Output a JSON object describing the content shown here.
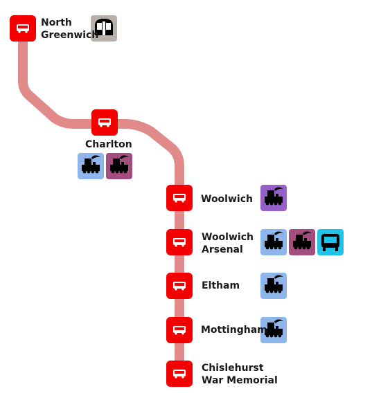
{
  "route": {
    "line_color": "#e08a8a",
    "stop_color": "#f40000",
    "stop_icon": "bus-icon",
    "stops": [
      {
        "name": "North Greenwich",
        "label": "North\nGreenwich",
        "interchanges": [
          {
            "icon": "underground-train-icon",
            "color": "#b7b0ab"
          }
        ]
      },
      {
        "name": "Charlton",
        "label": "Charlton",
        "interchanges": [
          {
            "icon": "steam-train-icon",
            "color": "#8fb6ea"
          },
          {
            "icon": "steam-train-icon",
            "color": "#a44e7f"
          }
        ]
      },
      {
        "name": "Woolwich",
        "label": "Woolwich",
        "interchanges": [
          {
            "icon": "steam-train-icon",
            "color": "#9561c9"
          }
        ]
      },
      {
        "name": "Woolwich Arsenal",
        "label": "Woolwich\nArsenal",
        "interchanges": [
          {
            "icon": "steam-train-icon",
            "color": "#8fb6ea"
          },
          {
            "icon": "steam-train-icon",
            "color": "#a44e7f"
          },
          {
            "icon": "light-rail-icon",
            "color": "#1fc2e8"
          }
        ]
      },
      {
        "name": "Eltham",
        "label": "Eltham",
        "interchanges": [
          {
            "icon": "steam-train-icon",
            "color": "#8fb6ea"
          }
        ]
      },
      {
        "name": "Mottingham",
        "label": "Mottingham",
        "interchanges": [
          {
            "icon": "steam-train-icon",
            "color": "#8fb6ea"
          }
        ]
      },
      {
        "name": "Chislehurst War Memorial",
        "label": "Chislehurst\nWar Memorial",
        "interchanges": []
      }
    ]
  }
}
